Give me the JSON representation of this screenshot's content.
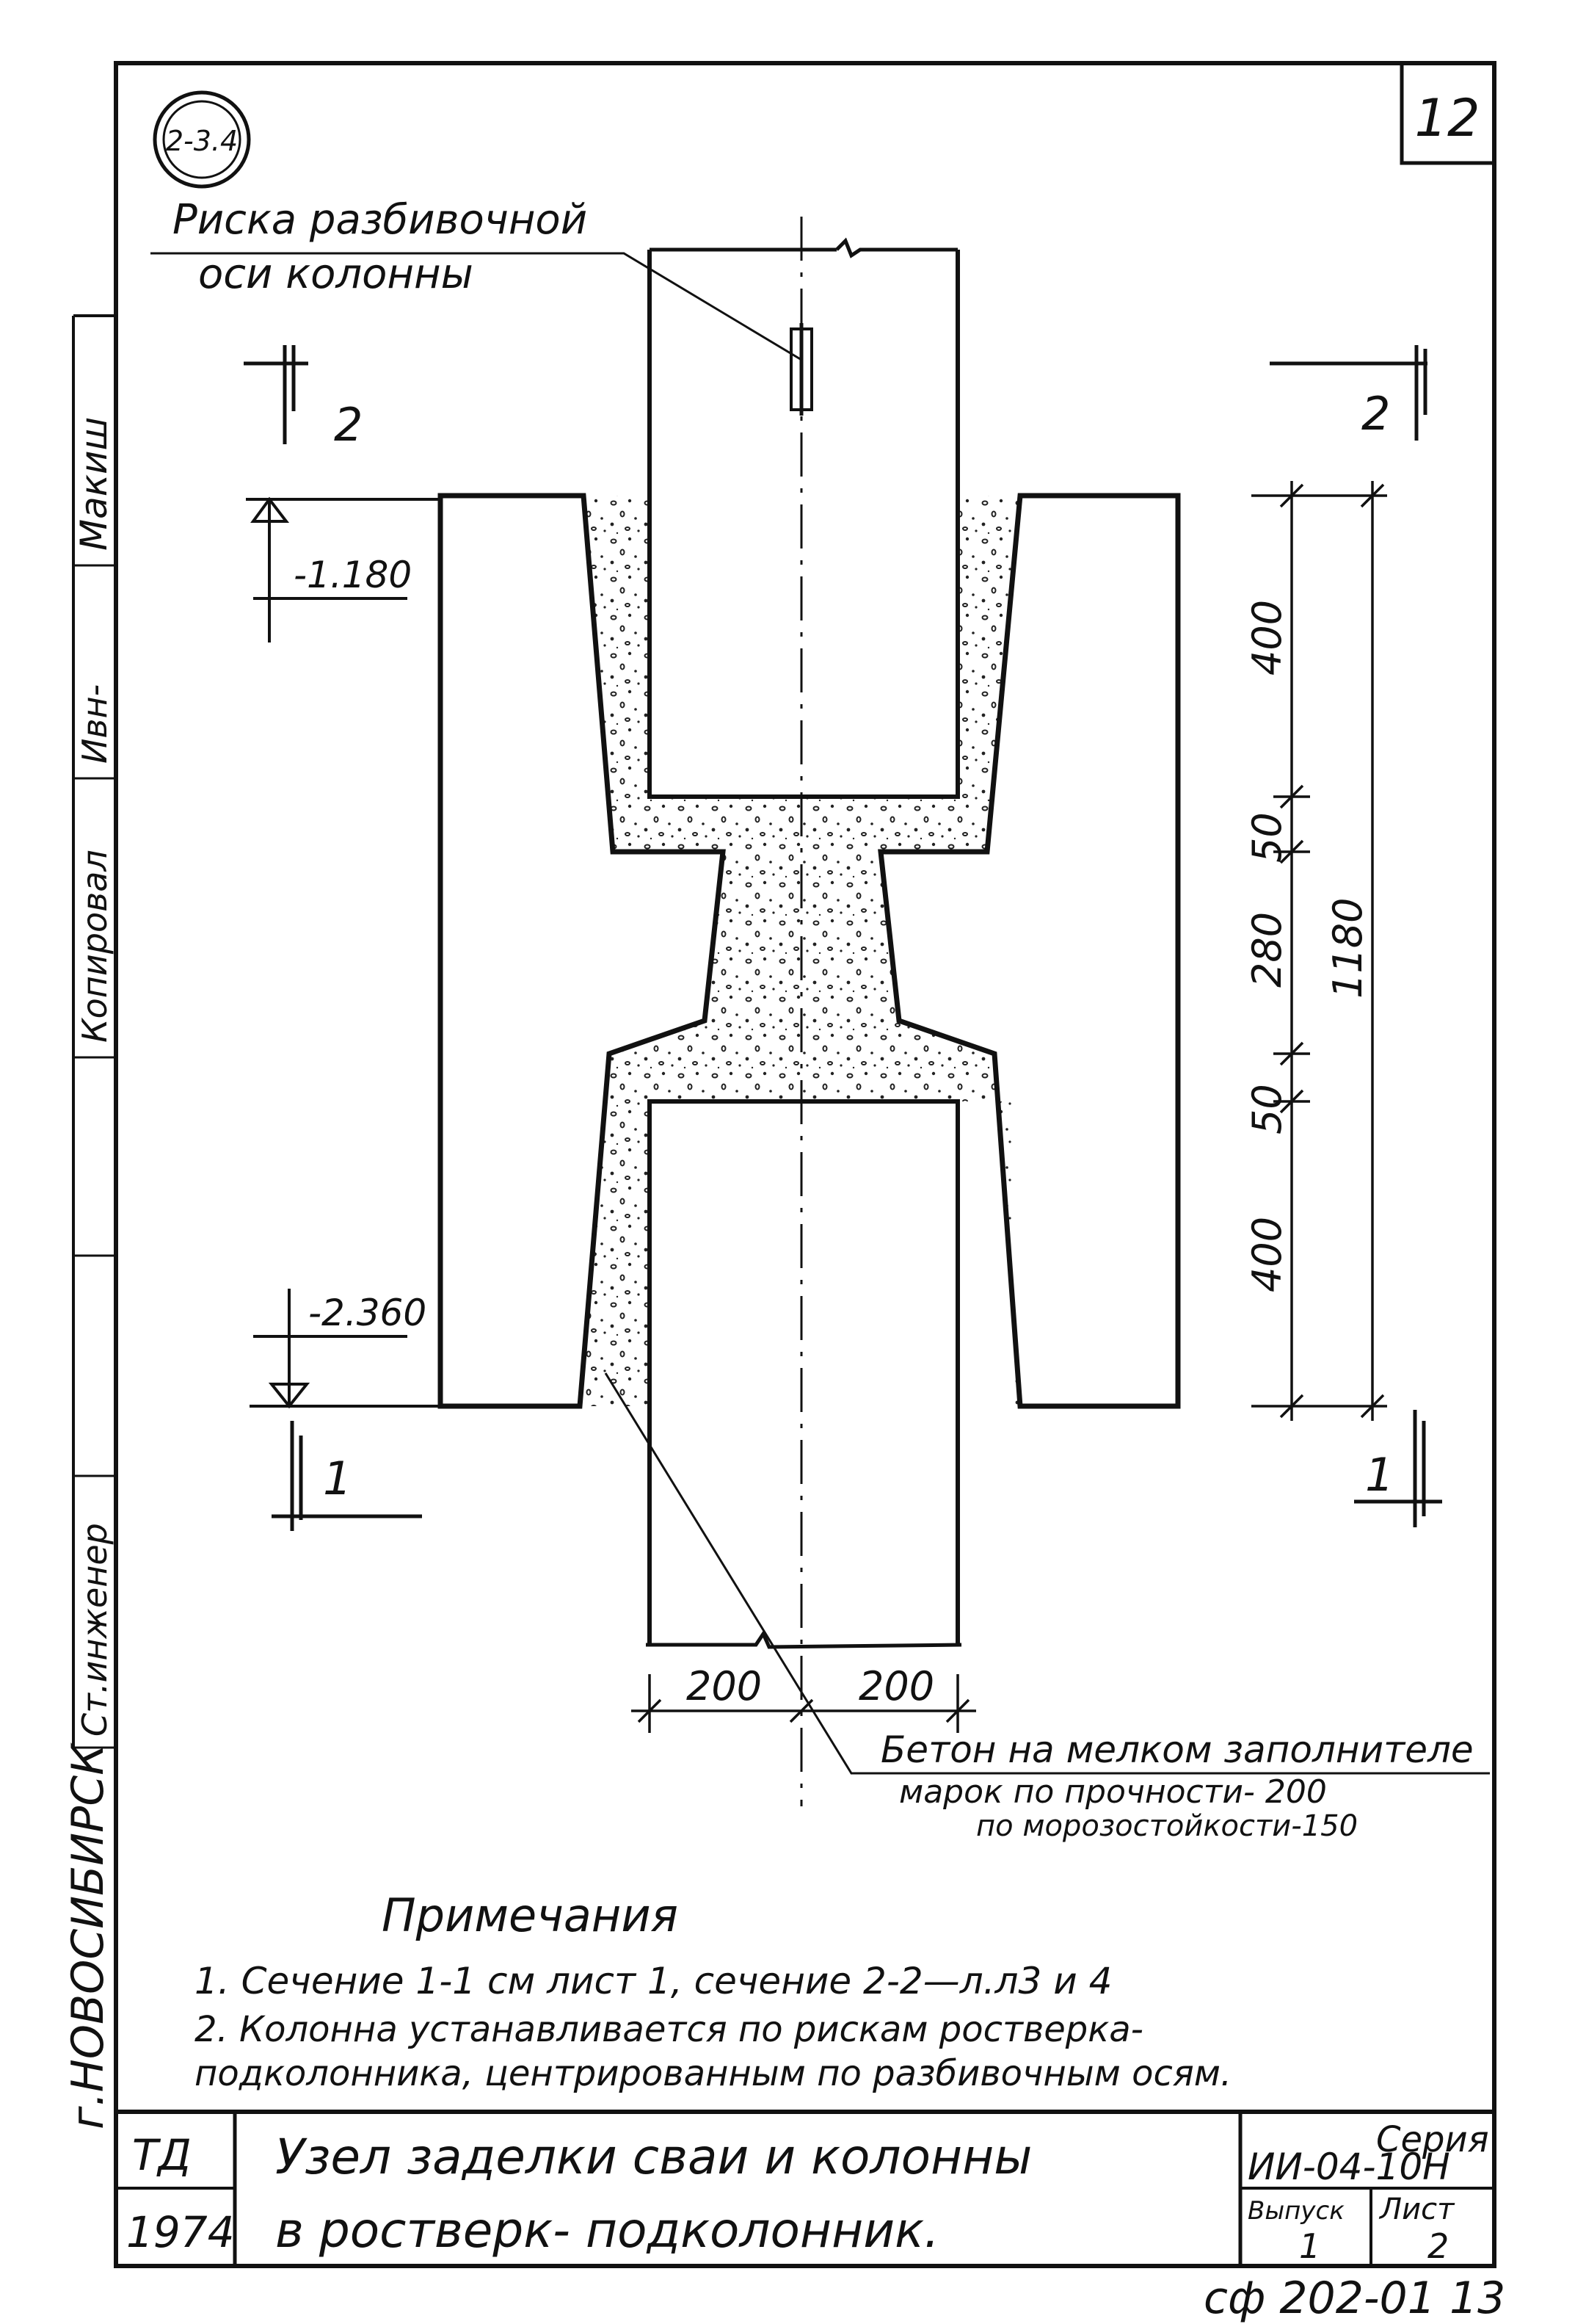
{
  "sheet": {
    "badge": "2-3.4",
    "page_number": "12",
    "stamp_bottom": "сф 202-01 13",
    "side_label_city": "г.НОВОСИБИРСК"
  },
  "side_stamp": {
    "role_1": "Ст.инженер",
    "role_2": "Копировал",
    "name_1": "Макиш",
    "sig_1": "Ивн-"
  },
  "drawing": {
    "leader_text_line1": "Риска разбивочной",
    "leader_text_line2": "оси колонны",
    "section_2_left": "2",
    "section_2_right": "2",
    "section_1_left": "1",
    "section_1_right": "1",
    "elev_top": "-1.180",
    "elev_bottom": "-2.360",
    "dim_400_top": "400",
    "dim_50_top": "50",
    "dim_280": "280",
    "dim_50_bottom": "50",
    "dim_400_bottom": "400",
    "dim_1180": "1180",
    "dim_200_left": "200",
    "dim_200_right": "200",
    "concrete_note_1": "Бетон на мелком заполнителе",
    "concrete_note_2": "марок по прочности- 200",
    "concrete_note_3": "по морозостойкости-150"
  },
  "notes": {
    "heading": "Примечания",
    "item_1": "1. Сечение 1-1 см лист 1, сечение 2-2—л.л3 и 4",
    "item_2a": "2. Колонна устанавливается по рискам ростверка-",
    "item_2b": "подколонника, центрированным по разбивочным осям."
  },
  "title_block": {
    "org": "ТД",
    "year": "1974",
    "title_line1": "Узел заделки сваи и колонны",
    "title_line2": "в ростверк- подколонник.",
    "series_label": "Серия",
    "series_value": "ИИ-04-10Н",
    "issue_label": "Выпуск",
    "issue_value": "1",
    "sheet_label": "Лист",
    "sheet_value": "2"
  }
}
